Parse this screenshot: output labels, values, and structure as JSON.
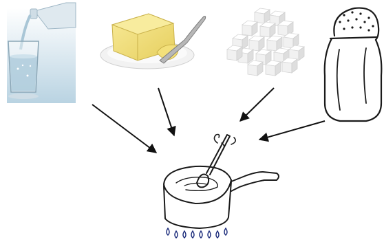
{
  "diagram": {
    "ingredients": [
      {
        "name": "water",
        "icon": "water-glass-icon"
      },
      {
        "name": "butter",
        "icon": "butter-icon"
      },
      {
        "name": "sugar",
        "icon": "sugar-cubes-icon"
      },
      {
        "name": "salt",
        "icon": "salt-shaker-icon"
      }
    ],
    "destination": {
      "name": "saucepan",
      "icon": "saucepan-on-stove-icon"
    },
    "colors": {
      "arrow": "#111111",
      "water": "#bcd6e4",
      "butter": "#f0dd7a",
      "plate": "#f3f3f3",
      "sugar": "#f7f7f7",
      "ink": "#1a1a1a",
      "flame": "#1a2a7a"
    }
  }
}
